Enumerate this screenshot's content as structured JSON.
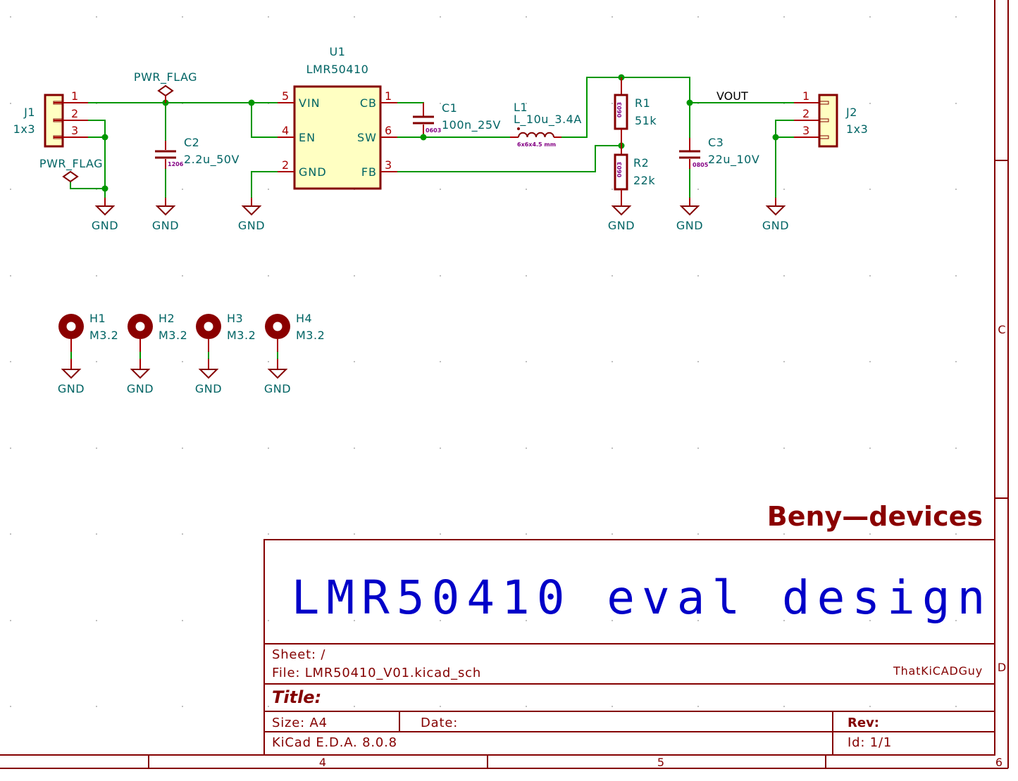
{
  "app": "KiCad Schematic",
  "colors": {
    "wire": "#009600",
    "pin": "#a90000",
    "symbol_body": "#840000",
    "symbol_fill": "#ffffc2",
    "reference_text": "#006464",
    "footprint_text": "#840084",
    "titleblock": "#840000",
    "design_text": "#0000c8",
    "background": "#ffffff"
  },
  "components": {
    "J1": {
      "ref": "J1",
      "value": "1x3",
      "pins": [
        "1",
        "2",
        "3"
      ]
    },
    "J2": {
      "ref": "J2",
      "value": "1x3",
      "pins": [
        "1",
        "2",
        "3"
      ]
    },
    "U1": {
      "ref": "U1",
      "value": "LMR50410",
      "pins_left": [
        {
          "num": "5",
          "name": "VIN"
        },
        {
          "num": "4",
          "name": "EN"
        },
        {
          "num": "2",
          "name": "GND"
        }
      ],
      "pins_right": [
        {
          "num": "1",
          "name": "CB"
        },
        {
          "num": "6",
          "name": "SW"
        },
        {
          "num": "3",
          "name": "FB"
        }
      ]
    },
    "C1": {
      "ref": "C1",
      "value": "100n_25V",
      "footprint": "0603"
    },
    "C2": {
      "ref": "C2",
      "value": "2.2u_50V",
      "footprint": "1206"
    },
    "C3": {
      "ref": "C3",
      "value": "22u_10V",
      "footprint": "0805"
    },
    "L1": {
      "ref": "L1",
      "value": "L_10u_3.4A",
      "footprint": "6x6x4.5 mm"
    },
    "R1": {
      "ref": "R1",
      "value": "51k",
      "footprint": "0603"
    },
    "R2": {
      "ref": "R2",
      "value": "22k",
      "footprint": "0603"
    },
    "H1": {
      "ref": "H1",
      "value": "M3.2"
    },
    "H2": {
      "ref": "H2",
      "value": "M3.2"
    },
    "H3": {
      "ref": "H3",
      "value": "M3.2"
    },
    "H4": {
      "ref": "H4",
      "value": "M3.2"
    }
  },
  "power": {
    "pwr_flag": "PWR_FLAG",
    "gnd": "GND"
  },
  "nets": {
    "vout": "VOUT"
  },
  "titleblock": {
    "brand": "Beny—devices",
    "design_name": "LMR50410 eval design",
    "sheet": "Sheet: /",
    "file": "File: LMR50410_V01.kicad_sch",
    "author": "ThatKiCADGuy",
    "title": "Title:",
    "size": "Size: A4",
    "date": "Date:",
    "rev": "Rev:",
    "generator": "KiCad E.D.A. 8.0.8",
    "id": "Id: 1/1"
  },
  "border": {
    "columns": [
      "4",
      "5",
      "6"
    ],
    "rows": [
      "C",
      "D"
    ]
  }
}
